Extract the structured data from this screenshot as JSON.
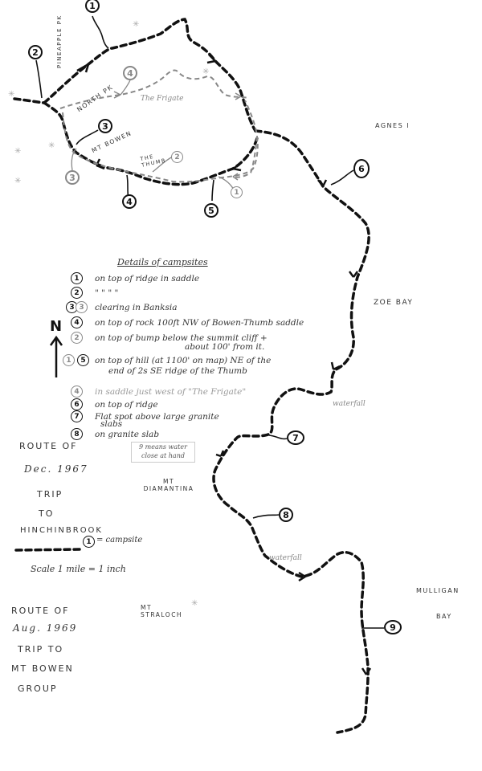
{
  "map": {
    "places": {
      "pineapple_pk": "PINEAPPLE PK",
      "north_pk": "NORTH PK",
      "the_frigate": "The Frigate",
      "mt_bowen": "MT BOWEN",
      "the_thumb": "THE THUMB",
      "agnes_i": "AGNES I",
      "zoe_bay": "ZOE BAY",
      "waterfall_1": "waterfall",
      "mt_diamantina": "MT DIAMANTINA",
      "waterfall_2": "waterfall",
      "mt_straloch": "MT STRALOCH",
      "mulligan": "MULLIGAN",
      "bay": "BAY"
    },
    "campsites_1967": [
      {
        "id": "1",
        "label": "1"
      },
      {
        "id": "2",
        "label": "2"
      },
      {
        "id": "3",
        "label": "3"
      },
      {
        "id": "4",
        "label": "4"
      },
      {
        "id": "5",
        "label": "5"
      },
      {
        "id": "6",
        "label": "6"
      },
      {
        "id": "7",
        "label": "7"
      },
      {
        "id": "8",
        "label": "8"
      },
      {
        "id": "9",
        "label": "9"
      }
    ],
    "campsites_1969": [
      {
        "id": "1",
        "label": "1"
      },
      {
        "id": "2",
        "label": "2"
      },
      {
        "id": "3",
        "label": "3"
      },
      {
        "id": "4",
        "label": "4"
      }
    ],
    "north_arrow": "N"
  },
  "legend": {
    "title": "Details of campsites",
    "entries": [
      {
        "marks": [
          "1"
        ],
        "text": "on top of ridge in saddle"
      },
      {
        "marks": [
          "2"
        ],
        "text": "\"    \"    \"    \""
      },
      {
        "marks": [
          "3",
          "3"
        ],
        "text": "clearing in Banksia"
      },
      {
        "marks": [
          "4"
        ],
        "text": "on top of rock 100ft NW of Bowen-Thumb saddle"
      },
      {
        "marks": [
          "2"
        ],
        "text": "on top of bump below the summit cliff +",
        "text2": "about 100' from it."
      },
      {
        "marks": [
          "1",
          "5"
        ],
        "text": "on top of hill (at 1100' on map) NE of the",
        "text2": "end of 2s SE ridge of the Thumb"
      },
      {
        "marks": [
          "4"
        ],
        "text": "in saddle just west of \"The Frigate\""
      },
      {
        "marks": [
          "6"
        ],
        "text": "on top of ridge"
      },
      {
        "marks": [
          "7"
        ],
        "text": "Flat spot above large granite",
        "text2": "slabs"
      },
      {
        "marks": [
          "8"
        ],
        "text": "on granite slab"
      }
    ],
    "note_box": [
      "9 means water",
      "close at hand"
    ]
  },
  "route_1967": {
    "lines": [
      "ROUTE OF",
      "Dec. 1967",
      "TRIP",
      "TO",
      "HINCHINBROOK"
    ],
    "campsite_key_mark": "1",
    "campsite_key_text": "= campsite",
    "scale": "Scale  1 mile = 1 inch"
  },
  "route_1969": {
    "lines": [
      "ROUTE OF",
      "Aug. 1969",
      "TRIP TO",
      "MT BOWEN",
      "GROUP"
    ]
  },
  "colors": {
    "route_1967": "#111111",
    "route_1969": "#888888",
    "paper": "#ffffff"
  }
}
